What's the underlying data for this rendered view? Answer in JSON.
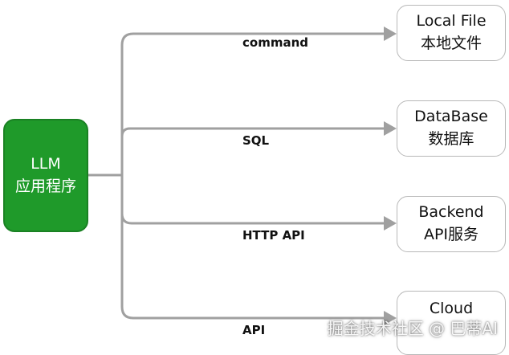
{
  "colors": {
    "llm_fill": "#1f9a2a",
    "connector": "#a0a0a0",
    "target_border": "#b8b8b8"
  },
  "source": {
    "line1": "LLM",
    "line2": "应用程序"
  },
  "targets": [
    {
      "line1": "Local File",
      "line2": "本地文件"
    },
    {
      "line1": "DataBase",
      "line2": "数据库"
    },
    {
      "line1": "Backend",
      "line2": "API服务"
    },
    {
      "line1": "Cloud",
      "line2": ""
    }
  ],
  "edges": [
    {
      "label": "command"
    },
    {
      "label": "SQL"
    },
    {
      "label": "HTTP API"
    },
    {
      "label": "API"
    }
  ],
  "watermark": "掘金技术社区 @ 巴蒂AI"
}
